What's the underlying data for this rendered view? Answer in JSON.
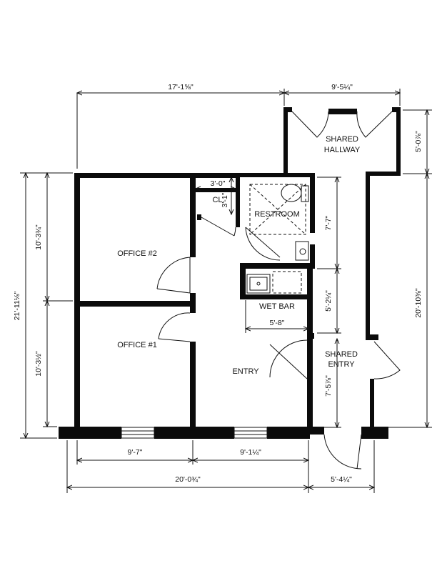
{
  "rooms": {
    "office2": "OFFICE #2",
    "office1": "OFFICE #1",
    "entry": "ENTRY",
    "restroom": "RESTROOM",
    "closet": "CL.",
    "wet_bar": "WET BAR",
    "shared_hallway_line1": "SHARED",
    "shared_hallway_line2": "HALLWAY",
    "shared_entry_line1": "SHARED",
    "shared_entry_line2": "ENTRY"
  },
  "dimensions": {
    "top_overall": "17'-1⅝\"",
    "top_hallway": "9'-5¼\"",
    "hallway_depth": "5'-0⅞\"",
    "left_overall": "21'-11⅛\"",
    "office2_height": "10'-3¾\"",
    "office1_height": "10'-3½\"",
    "closet_width": "3'-0\"",
    "closet_depth": "3'-1\"",
    "restroom_height": "7'-7\"",
    "wetbar_height": "5'-2¼\"",
    "wetbar_width": "5'-8\"",
    "shared_entry_height": "7'-5⅞\"",
    "right_overall": "20'-10⅜\"",
    "office_width": "9'-7\"",
    "entry_width": "9'-1¼\"",
    "bottom_overall": "20'-0¾\"",
    "shared_entry_width": "5'-4¼\""
  }
}
